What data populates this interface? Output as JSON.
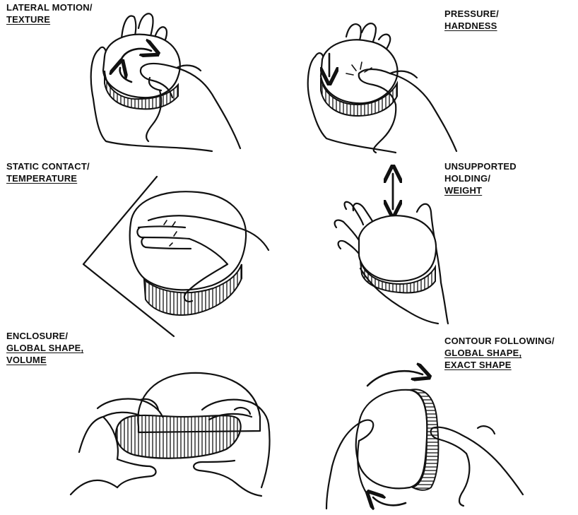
{
  "procedures": [
    {
      "line1": "LATERAL MOTION/",
      "line2": "TEXTURE",
      "line3": ""
    },
    {
      "line1": "PRESSURE/",
      "line2": "HARDNESS",
      "line3": ""
    },
    {
      "line1": "STATIC CONTACT/",
      "line2": "TEMPERATURE",
      "line3": ""
    },
    {
      "line1": "UNSUPPORTED",
      "line2": "HOLDING/",
      "line3": "WEIGHT"
    },
    {
      "line1": "ENCLOSURE/",
      "line2": "GLOBAL SHAPE,",
      "line3": "VOLUME"
    },
    {
      "line1": "CONTOUR FOLLOWING/",
      "line2": "GLOBAL SHAPE,",
      "line3": "EXACT SHAPE"
    }
  ]
}
